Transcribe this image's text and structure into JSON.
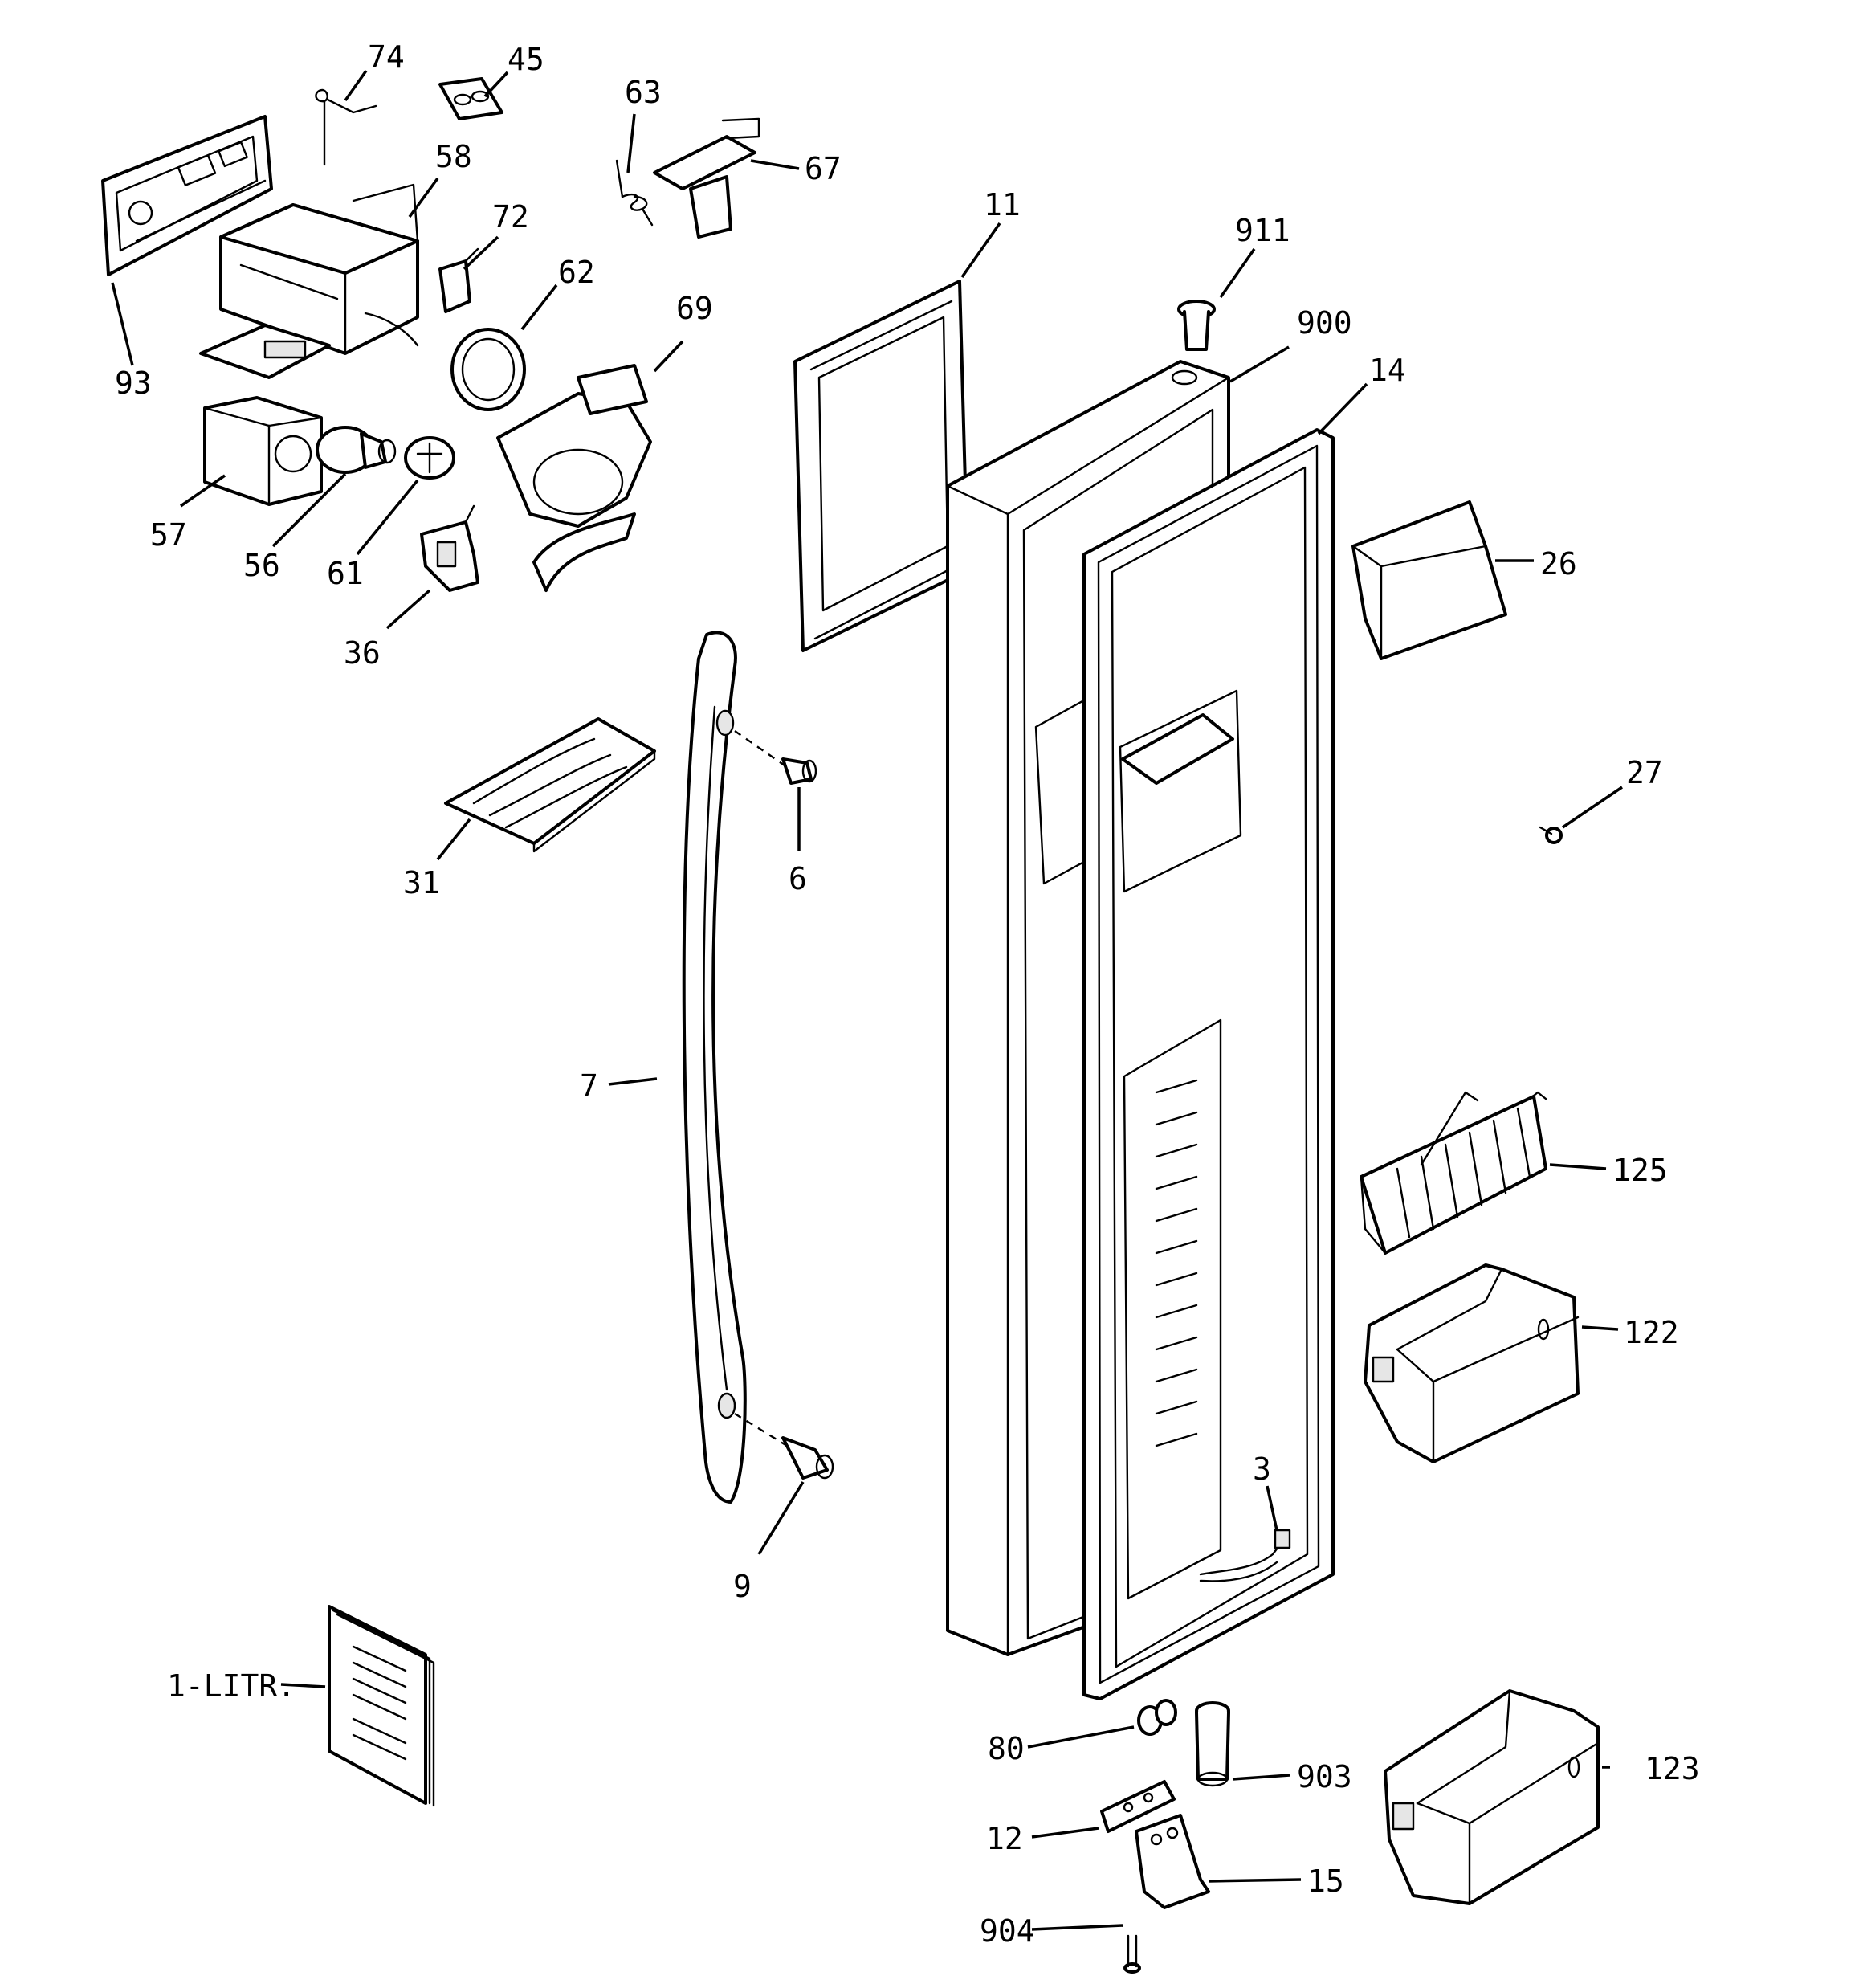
{
  "parts": [
    {
      "id": "p74",
      "label": "74"
    },
    {
      "id": "p45",
      "label": "45"
    },
    {
      "id": "p63",
      "label": "63"
    },
    {
      "id": "p67",
      "label": "67"
    },
    {
      "id": "p58",
      "label": "58"
    },
    {
      "id": "p72",
      "label": "72"
    },
    {
      "id": "p62",
      "label": "62"
    },
    {
      "id": "p69",
      "label": "69"
    },
    {
      "id": "p93",
      "label": "93"
    },
    {
      "id": "p57",
      "label": "57"
    },
    {
      "id": "p56",
      "label": "56"
    },
    {
      "id": "p61",
      "label": "61"
    },
    {
      "id": "p36",
      "label": "36"
    },
    {
      "id": "p11",
      "label": "11"
    },
    {
      "id": "p911",
      "label": "911"
    },
    {
      "id": "p900",
      "label": "900"
    },
    {
      "id": "p14",
      "label": "14"
    },
    {
      "id": "p26",
      "label": "26"
    },
    {
      "id": "p27",
      "label": "27"
    },
    {
      "id": "p31",
      "label": "31"
    },
    {
      "id": "p6",
      "label": "6"
    },
    {
      "id": "p7",
      "label": "7"
    },
    {
      "id": "p125",
      "label": "125"
    },
    {
      "id": "p122",
      "label": "122"
    },
    {
      "id": "p3",
      "label": "3"
    },
    {
      "id": "p9",
      "label": "9"
    },
    {
      "id": "p1",
      "label": "1-LITR."
    },
    {
      "id": "p80",
      "label": "80"
    },
    {
      "id": "p903",
      "label": "903"
    },
    {
      "id": "p123",
      "label": "123"
    },
    {
      "id": "p12",
      "label": "12"
    },
    {
      "id": "p15",
      "label": "15"
    },
    {
      "id": "p904",
      "label": "904"
    }
  ]
}
